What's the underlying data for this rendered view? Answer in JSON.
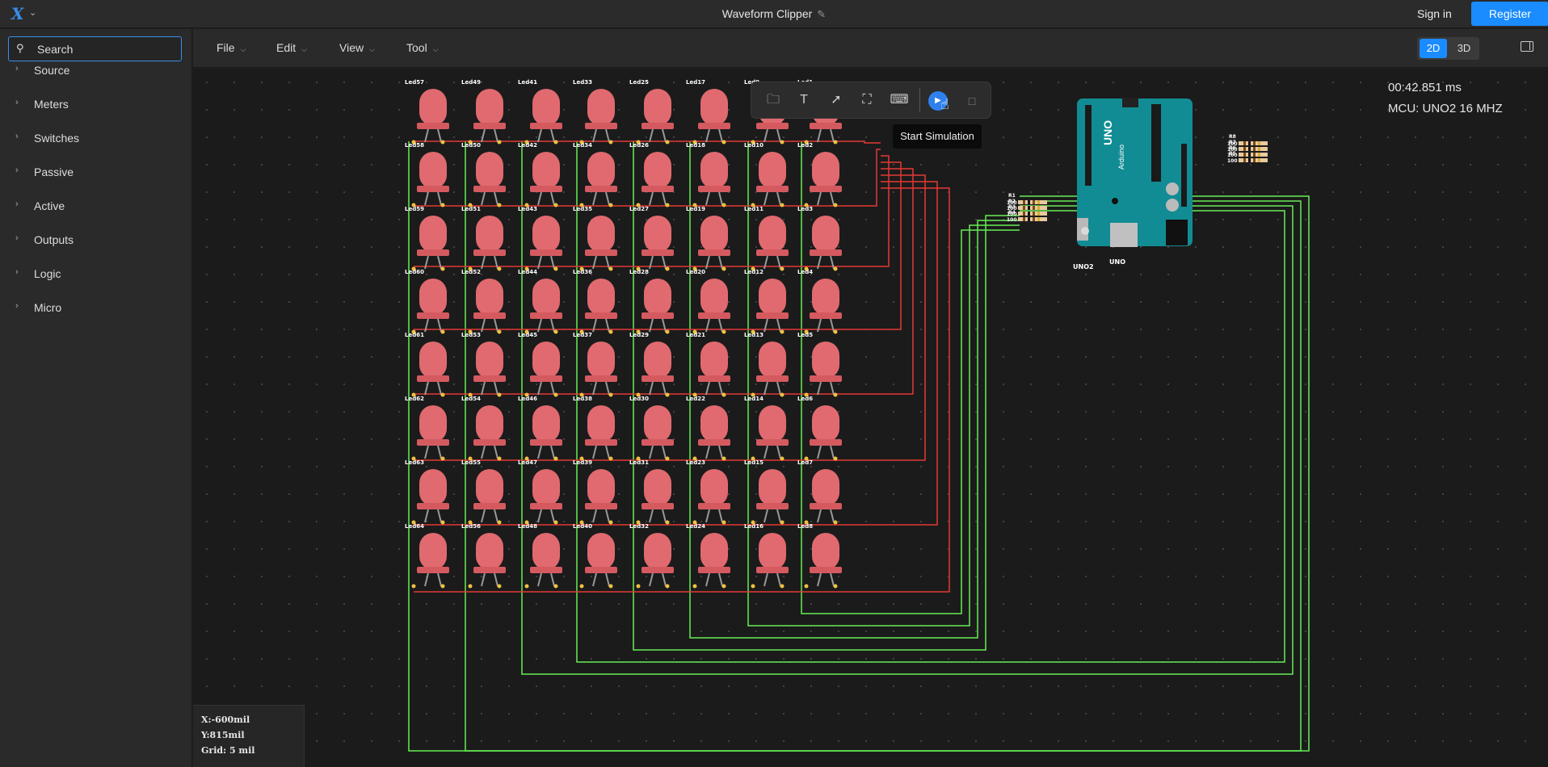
{
  "app": {
    "logo": "X",
    "title": "Waveform Clipper",
    "sign_in": "Sign in",
    "register": "Register"
  },
  "search": {
    "label": "Search"
  },
  "sidebar": {
    "items": [
      {
        "label": "Source"
      },
      {
        "label": "Meters"
      },
      {
        "label": "Switches"
      },
      {
        "label": "Passive"
      },
      {
        "label": "Active"
      },
      {
        "label": "Outputs"
      },
      {
        "label": "Logic"
      },
      {
        "label": "Micro"
      }
    ]
  },
  "menu": {
    "file": "File",
    "edit": "Edit",
    "view": "View",
    "tool": "Tool"
  },
  "view_toggle": {
    "two_d": "2D",
    "three_d": "3D"
  },
  "toolbar": {
    "tooltip": "Start Simulation",
    "icons": [
      "folder-icon",
      "text-icon",
      "wire-icon",
      "fullscreen-icon",
      "keyboard-icon",
      "play-icon",
      "stop-icon"
    ]
  },
  "simulation": {
    "time": "00:42.851 ms",
    "mcu": "MCU: UNO2 16 MHZ"
  },
  "coords": {
    "x": "X:-600mil",
    "y": "Y:815mil",
    "grid": "Grid: 5 mil"
  },
  "board": {
    "label": "UNO",
    "name": "UNO2",
    "part": "UNO",
    "brand": "Arduino"
  },
  "leds": {
    "top_row": [
      "Led57",
      "Led49",
      "Led41",
      "Led33",
      "Led25",
      "Led17",
      "Led9",
      "Led1"
    ],
    "rows": [
      [
        "Led58",
        "Led50",
        "Led42",
        "Led34",
        "Led26",
        "Led18",
        "Led10",
        "Led2"
      ],
      [
        "Led59",
        "Led51",
        "Led43",
        "Led35",
        "Led27",
        "Led19",
        "Led11",
        "Led3"
      ],
      [
        "Led60",
        "Led52",
        "Led44",
        "Led36",
        "Led28",
        "Led20",
        "Led12",
        "Led4"
      ],
      [
        "Led61",
        "Led53",
        "Led45",
        "Led37",
        "Led29",
        "Led21",
        "Led13",
        "Led5"
      ],
      [
        "Led62",
        "Led54",
        "Led46",
        "Led38",
        "Led30",
        "Led22",
        "Led14",
        "Led6"
      ],
      [
        "Led63",
        "Led55",
        "Led47",
        "Led39",
        "Led31",
        "Led23",
        "Led15",
        "Led7"
      ],
      [
        "Led64",
        "Led56",
        "Led48",
        "Led40",
        "Led32",
        "Led24",
        "Led16",
        "Led8"
      ]
    ]
  },
  "resistors": {
    "left_labels": [
      "R1",
      "R2",
      "R3",
      "R4"
    ],
    "left_values": [
      "100",
      "100",
      "100",
      "100"
    ],
    "right_labels": [
      "R8",
      "R7",
      "R6",
      "R5"
    ],
    "right_values": [
      "100",
      "100",
      "100",
      "100"
    ]
  },
  "colors": {
    "accent": "#1a8cff",
    "led_body": "#e06a6f",
    "row_wire": "#e53935",
    "column_wire": "#66ee55",
    "board": "#128c94"
  }
}
